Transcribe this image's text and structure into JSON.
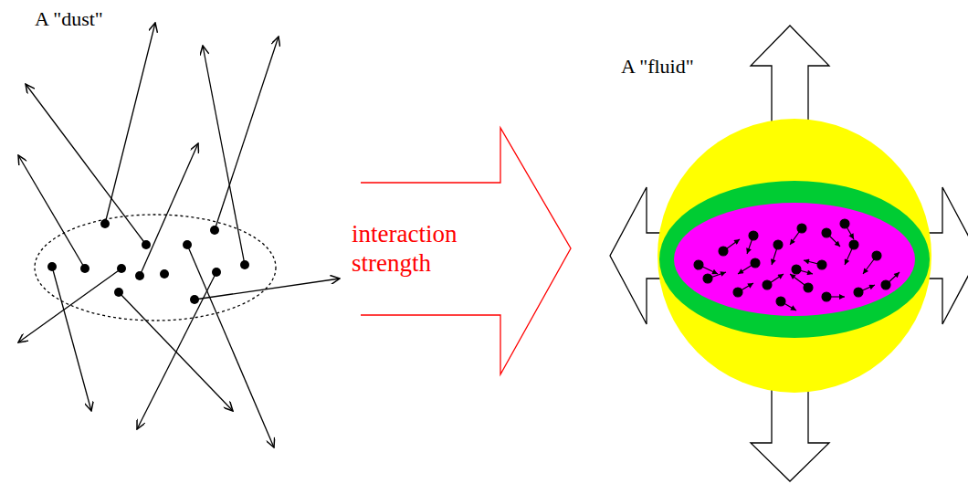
{
  "diagram": {
    "nodes": [
      {
        "text": [
          "interaction strength"
        ]
      }
    ],
    "labels": [
      "A \"dust\"",
      "A \"fluid\""
    ]
  }
}
